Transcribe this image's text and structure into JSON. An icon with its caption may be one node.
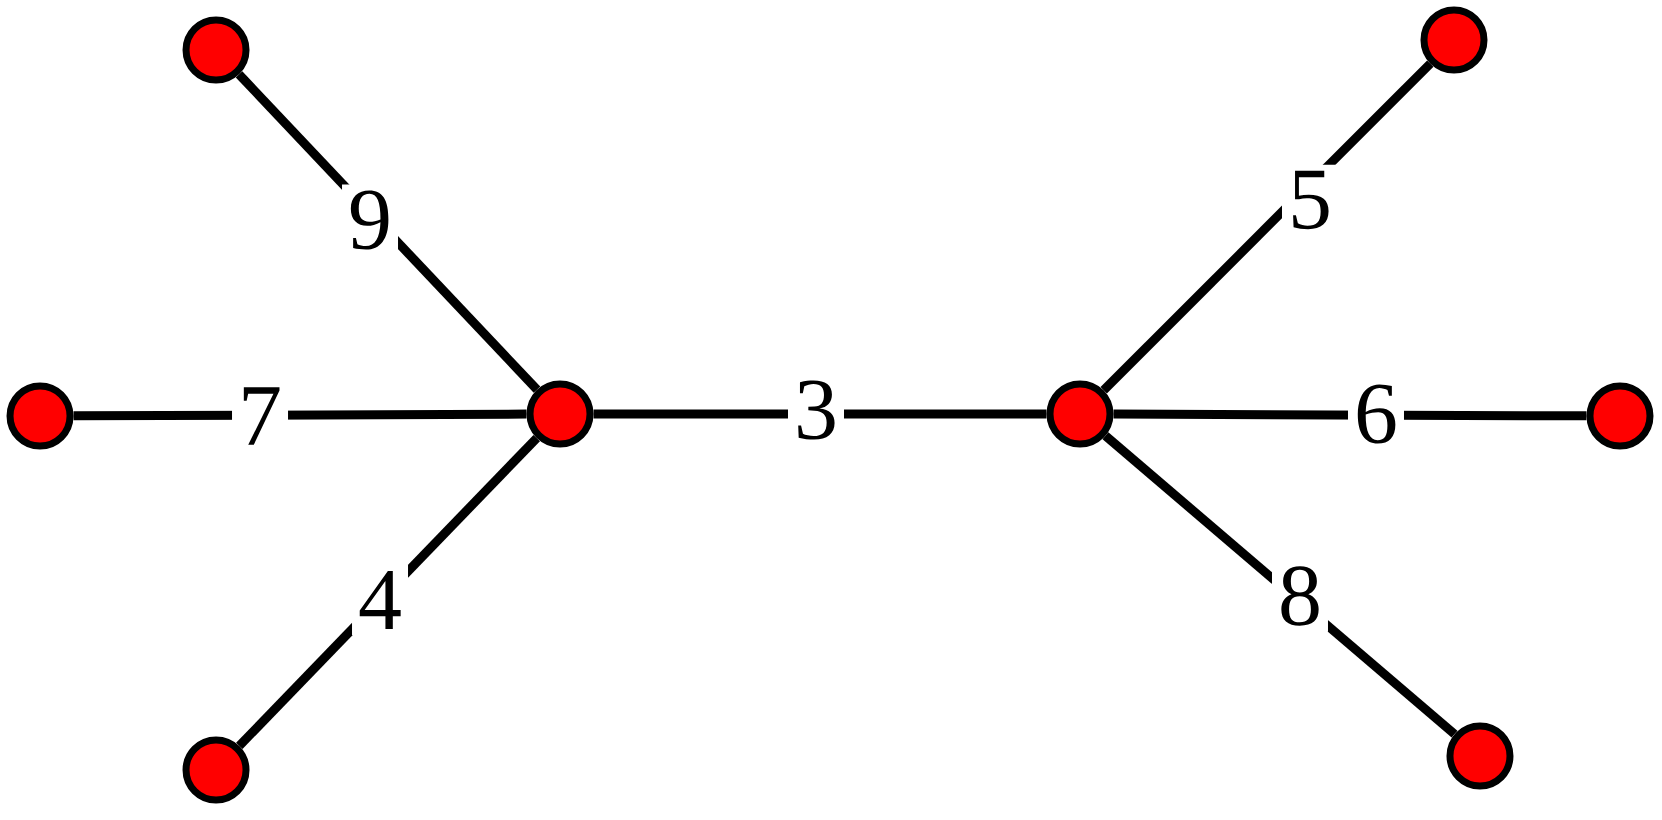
{
  "diagram": {
    "nodes": [
      {
        "text": [],
        "shape": "circle"
      },
      {
        "text": [],
        "shape": "circle"
      },
      {
        "text": [],
        "shape": "circle"
      },
      {
        "text": [],
        "shape": "circle"
      },
      {
        "text": [],
        "shape": "circle"
      },
      {
        "text": [],
        "shape": "circle"
      },
      {
        "text": [],
        "shape": "circle"
      },
      {
        "text": [],
        "shape": "circle"
      }
    ],
    "edges": [
      {
        "from": 0,
        "to": 3,
        "arrow": "none",
        "label": "9"
      },
      {
        "from": 2,
        "to": 3,
        "arrow": "none",
        "label": "7"
      },
      {
        "from": 6,
        "to": 3,
        "arrow": "none",
        "label": "4"
      },
      {
        "from": 3,
        "to": 4,
        "arrow": "none",
        "label": "3"
      },
      {
        "from": 4,
        "to": 1,
        "arrow": "none",
        "label": "5"
      },
      {
        "from": 4,
        "to": 5,
        "arrow": "none",
        "label": "6"
      },
      {
        "from": 4,
        "to": 7,
        "arrow": "none",
        "label": "8"
      }
    ]
  }
}
